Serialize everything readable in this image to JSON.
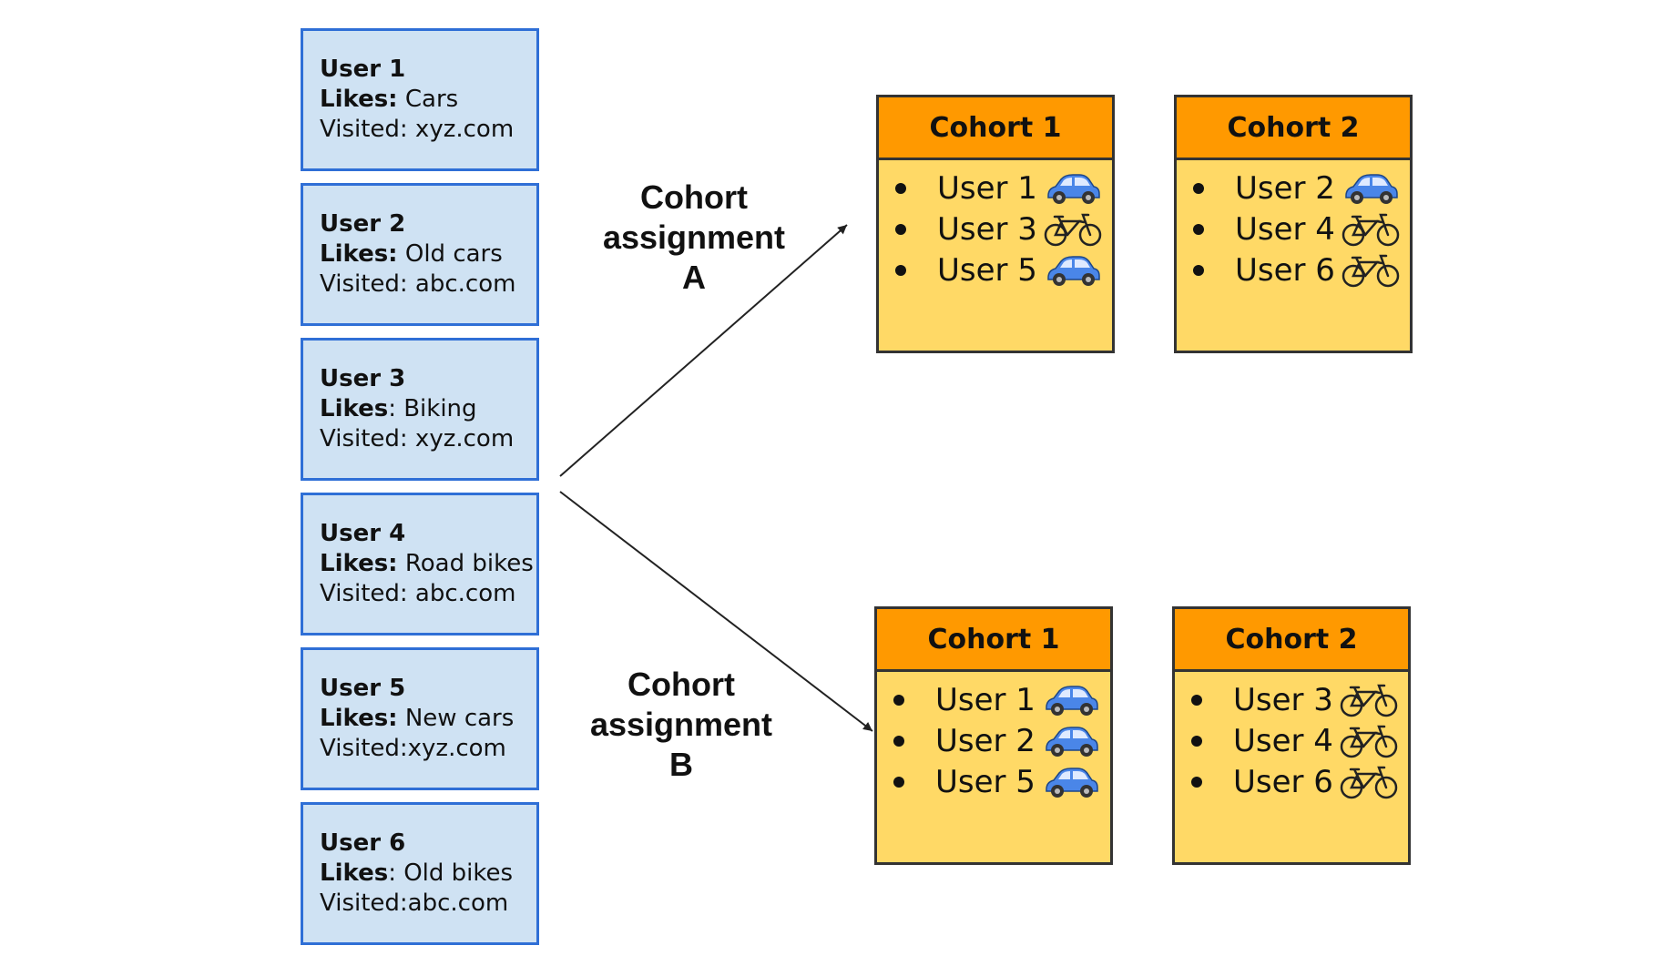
{
  "users": [
    {
      "name": "User 1",
      "likes_label": "Likes:",
      "likes_value": " Cars",
      "visited": "Visited: xyz.com"
    },
    {
      "name": "User 2",
      "likes_label": "Likes:",
      "likes_value": " Old cars",
      "visited": "Visited: abc.com"
    },
    {
      "name": "User 3",
      "likes_label": "Likes",
      "likes_value": ": Biking",
      "visited": "Visited: xyz.com"
    },
    {
      "name": "User 4",
      "likes_label": "Likes:",
      "likes_value": " Road bikes",
      "visited": "Visited: abc.com"
    },
    {
      "name": "User 5",
      "likes_label": "Likes:",
      "likes_value": " New cars",
      "visited": "Visited:xyz.com"
    },
    {
      "name": "User 6",
      "likes_label": "Likes",
      "likes_value": ": Old bikes",
      "visited": "Visited:abc.com"
    }
  ],
  "assignment_a": {
    "line1": "Cohort",
    "line2": "assignment",
    "line3": "A"
  },
  "assignment_b": {
    "line1": "Cohort",
    "line2": "assignment",
    "line3": "B"
  },
  "cohorts": {
    "a1": {
      "title": "Cohort 1",
      "members": [
        {
          "name": "User 1",
          "icon": "car-icon"
        },
        {
          "name": "User 3",
          "icon": "bicycle-icon"
        },
        {
          "name": "User 5",
          "icon": "car-icon"
        }
      ]
    },
    "a2": {
      "title": "Cohort 2",
      "members": [
        {
          "name": "User 2",
          "icon": "car-icon"
        },
        {
          "name": "User 4",
          "icon": "bicycle-icon"
        },
        {
          "name": "User 6",
          "icon": "bicycle-icon"
        }
      ]
    },
    "b1": {
      "title": "Cohort 1",
      "members": [
        {
          "name": "User 1",
          "icon": "car-icon"
        },
        {
          "name": "User 2",
          "icon": "car-icon"
        },
        {
          "name": "User 5",
          "icon": "car-icon"
        }
      ]
    },
    "b2": {
      "title": "Cohort 2",
      "members": [
        {
          "name": "User 3",
          "icon": "bicycle-icon"
        },
        {
          "name": "User 4",
          "icon": "bicycle-icon"
        },
        {
          "name": "User 6",
          "icon": "bicycle-icon"
        }
      ]
    }
  },
  "colors": {
    "user_fill": "#cfe2f3",
    "user_border": "#2f6fd6",
    "cohort_header": "#ff9900",
    "cohort_body": "#ffd966",
    "car": "#4a86e8",
    "bike": "#222222"
  }
}
